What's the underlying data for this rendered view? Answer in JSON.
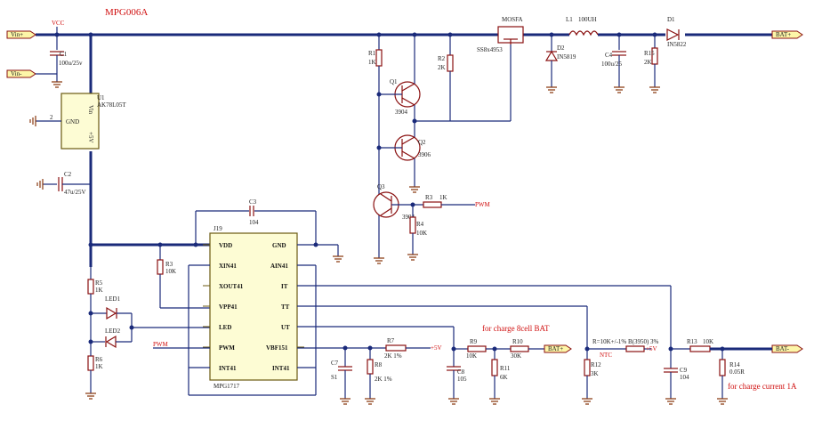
{
  "title": "MPG006A",
  "accent_red": "#d01010",
  "wire_blue": "#1a2a7a",
  "ports": {
    "vin1": "Vin+",
    "vin2": "Vin-",
    "bat_plus": "BAT+",
    "bat_minus": "BAT-",
    "bat_mid": "BAT+"
  },
  "net_labels": {
    "vcc": "VCC",
    "pwm1": "PWM",
    "pwm2": "PWM",
    "plus5_a": "+5V",
    "plus5_b": "+5V",
    "ntc": "NTC"
  },
  "components": {
    "c1": {
      "ref": "C1",
      "value": "100u/25v"
    },
    "u1": {
      "ref": "U1",
      "value": "AK78L05T",
      "pin_gnd": "GND",
      "pin_vin": "Vin",
      "pin_out": "+5V",
      "pin2": "2"
    },
    "c2": {
      "ref": "C2",
      "value": "47u/25V"
    },
    "mosfet": {
      "ref": "MOSFA",
      "value": "SS8x4953"
    },
    "l1": {
      "ref": "L1",
      "value": "100UH"
    },
    "d1": {
      "ref": "D1",
      "value": "IN5822"
    },
    "d2": {
      "ref": "D2",
      "value": "IN5819"
    },
    "c4": {
      "ref": "C4",
      "value": "100u/25"
    },
    "r1": {
      "ref": "R1",
      "value": "1K"
    },
    "r2": {
      "ref": "R2",
      "value": "2K"
    },
    "r15": {
      "ref": "R15",
      "value": "2K"
    },
    "q1": {
      "ref": "Q1",
      "value": "3904"
    },
    "q2": {
      "ref": "Q2",
      "value": "3906"
    },
    "q3": {
      "ref": "Q3",
      "value": "3904"
    },
    "r3": {
      "ref": "R3",
      "value": "1K"
    },
    "r4": {
      "ref": "R4",
      "value": "10K"
    },
    "c3": {
      "ref": "C3",
      "value": "104"
    },
    "r3b": {
      "ref": "R3",
      "value": "10K"
    },
    "r5": {
      "ref": "R5",
      "value": "1K"
    },
    "r6": {
      "ref": "R6",
      "value": "1K"
    },
    "led1": {
      "ref": "LED1"
    },
    "led2": {
      "ref": "LED2"
    },
    "c7": {
      "ref": "C7",
      "value": "S1"
    },
    "r8": {
      "ref": "R8",
      "value": "2K 1%"
    },
    "r7": {
      "ref": "R7",
      "value": "2K 1%"
    },
    "c8": {
      "ref": "C8",
      "value": "105"
    },
    "r9": {
      "ref": "R9",
      "value": "10K"
    },
    "r10": {
      "ref": "R10",
      "value": "30K"
    },
    "r11": {
      "ref": "R11",
      "value": "6K"
    },
    "r12": {
      "ref": "R12",
      "value": "3K"
    },
    "r13": {
      "ref": "R13",
      "value": "10K"
    },
    "ntc_part": {
      "label": "R=10K+/-1% B(3950) 3%"
    },
    "c9": {
      "ref": "C9",
      "value": "104"
    },
    "r14": {
      "ref": "R14",
      "value": "0.05R"
    },
    "j19": {
      "ref": "J19",
      "name": "MPG1717",
      "pins_left": [
        "VDD",
        "XIN41",
        "XOUT41",
        "VPP41",
        "LED",
        "PWM",
        "INT41"
      ],
      "pins_right": [
        "GND",
        "AIN41",
        "IT",
        "TT",
        "UT",
        "VBF151",
        "INT41"
      ]
    }
  },
  "annotations": {
    "charge_bat": "for charge 8cell BAT",
    "charge_current": "for charge current 1A"
  }
}
